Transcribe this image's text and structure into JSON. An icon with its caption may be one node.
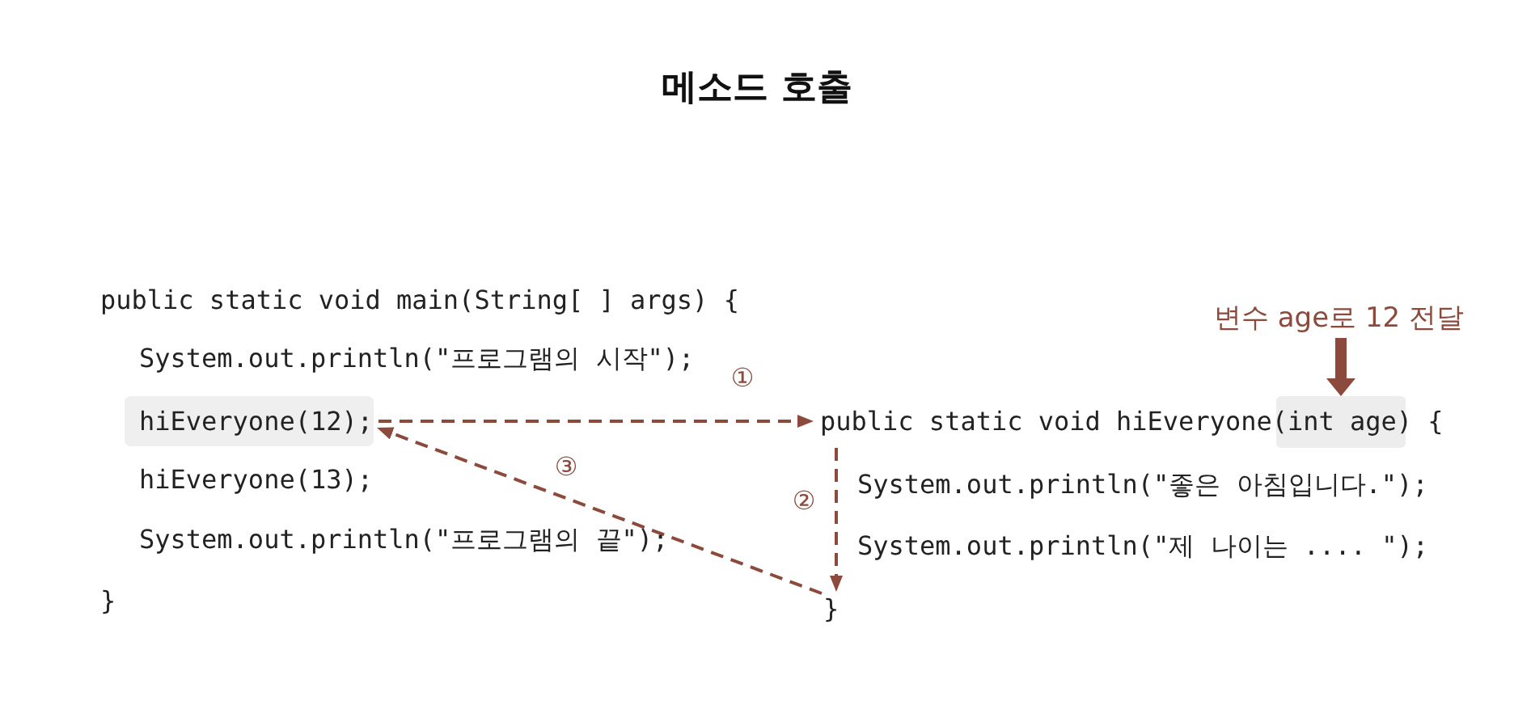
{
  "diagram": {
    "title": "메소드 호출",
    "nodes": [
      {
        "text": [
          "변수 age로 12 전달"
        ]
      },
      {
        "text": [
          "hiEveryone(12);"
        ]
      },
      {
        "text": [
          "public static void hiEveryone(int age) {"
        ]
      },
      {
        "text": [],
        "shape": "box",
        "in": 2
      },
      {
        "text": [
          "}"
        ]
      }
    ],
    "edges": [
      {
        "from": 1,
        "to": 2,
        "arrow": "to",
        "label": "①",
        "style": "dashed"
      },
      {
        "from": 2,
        "to": 4,
        "arrow": "to",
        "label": "②",
        "style": "dashed"
      },
      {
        "from": 4,
        "to": 1,
        "arrow": "to",
        "label": "③",
        "style": "dashed"
      },
      {
        "from": 0,
        "to": 3,
        "arrow": "to",
        "style": "thick"
      }
    ],
    "labels": [
      "public static void main(String[ ] args) {",
      "System.out.println(\"프로그램의 시작\");",
      "hiEveryone(13);",
      "System.out.println(\"프로그램의 끝\");",
      "}",
      "System.out.println(\"좋은 아침입니다.\");",
      "System.out.println(\"제 나이는 .... \");"
    ]
  }
}
